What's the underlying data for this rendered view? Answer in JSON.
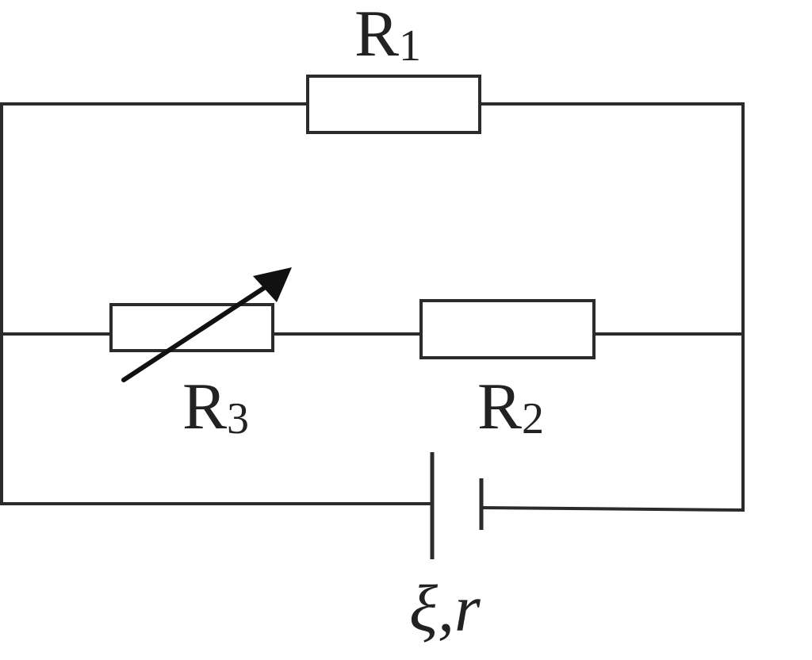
{
  "labels": {
    "r1": {
      "main": "R",
      "sub": "1"
    },
    "r2": {
      "main": "R",
      "sub": "2"
    },
    "r3": {
      "main": "R",
      "sub": "3"
    },
    "source": "ξ,r"
  }
}
